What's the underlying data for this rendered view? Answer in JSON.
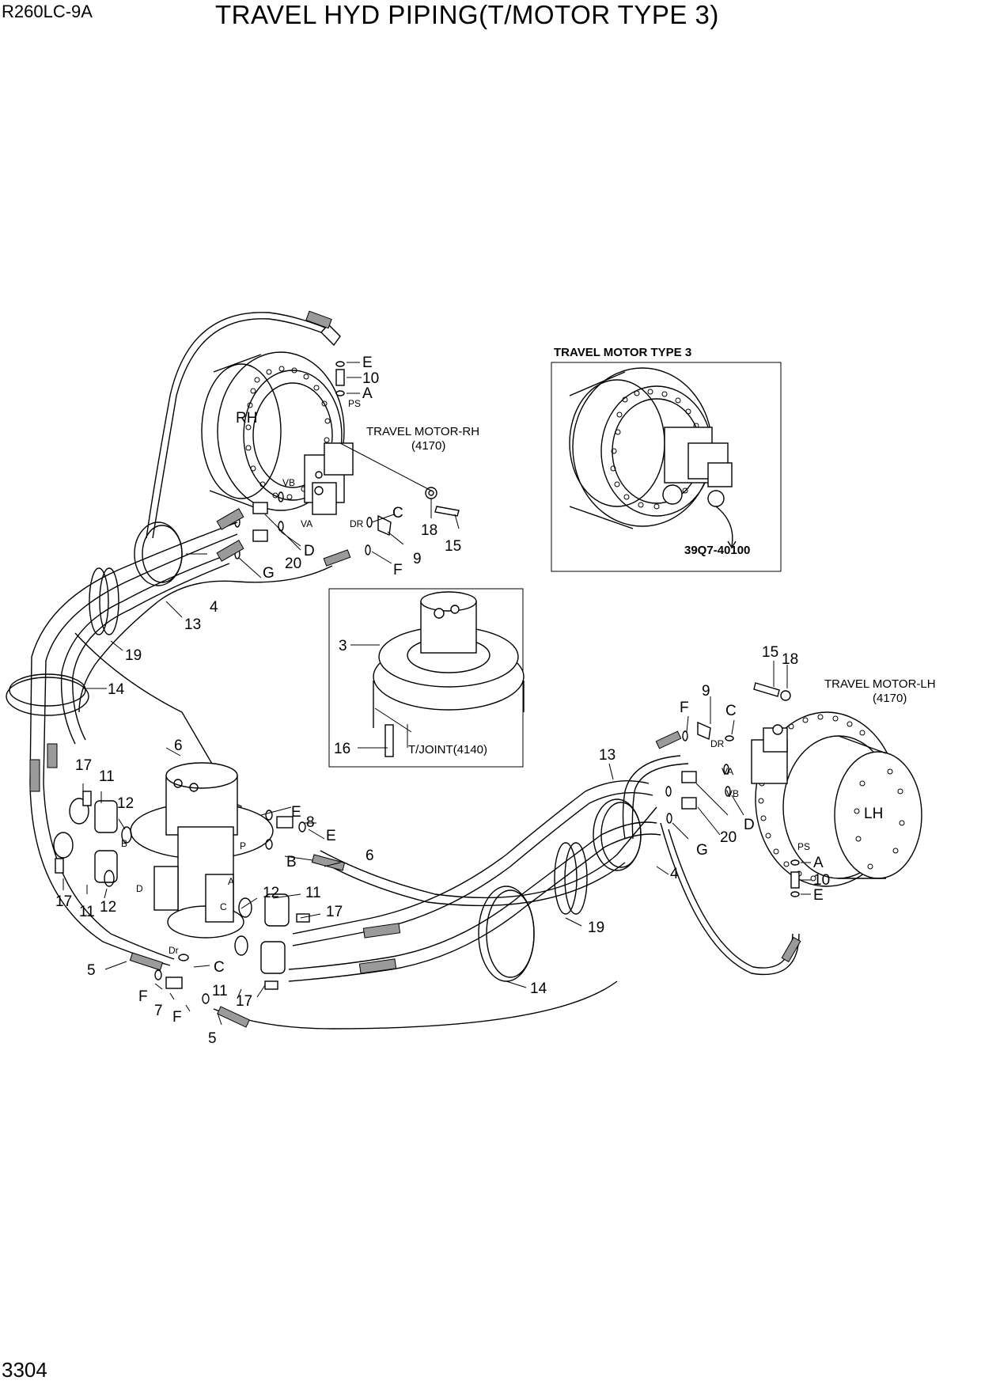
{
  "header": {
    "model": "R260LC-9A",
    "title": "TRAVEL HYD PIPING(T/MOTOR TYPE 3)"
  },
  "footer": {
    "page_number": "3304"
  },
  "inset_motor": {
    "caption": "TRAVEL MOTOR TYPE 3",
    "part_number": "39Q7-40100"
  },
  "inset_joint": {
    "label_3": "3",
    "label_16": "16",
    "caption": "T/JOINT(4140)"
  },
  "motor_rh": {
    "side": "RH",
    "name": "TRAVEL MOTOR-RH",
    "code": "(4170)",
    "ports": {
      "ps": "PS",
      "vb": "VB",
      "va": "VA",
      "dr": "DR"
    }
  },
  "motor_lh": {
    "side": "LH",
    "name": "TRAVEL MOTOR-LH",
    "code": "(4170)",
    "ports": {
      "ps": "PS",
      "va": "VA",
      "vb": "VB",
      "dr": "DR"
    }
  },
  "swivel_ports": {
    "b": "B",
    "p": "P",
    "d": "D",
    "a": "A",
    "c": "C",
    "dr": "Dr"
  },
  "callouts": {
    "rh_E": "E",
    "rh_10": "10",
    "rh_A": "A",
    "rh_C": "C",
    "rh_D": "D",
    "rh_20": "20",
    "rh_9": "9",
    "rh_18": "18",
    "rh_15": "15",
    "rh_G": "G",
    "rh_F": "F",
    "l4_top": "4",
    "l13_top": "13",
    "l19_top": "19",
    "l14_left": "14",
    "l6_top": "6",
    "l17_a": "17",
    "l11_a": "11",
    "l12_a": "12",
    "l17_b": "17",
    "l11_b": "11",
    "l12_b": "12",
    "sw_E1": "E",
    "sw_8": "8",
    "sw_E2": "E",
    "sw_B": "B",
    "l6_mid": "6",
    "l12_c": "12",
    "l11_c": "11",
    "l17_c": "17",
    "sw_C": "C",
    "l5_a": "5",
    "l_F1": "F",
    "l7": "7",
    "l_F2": "F",
    "l5_b": "5",
    "l11_d": "11",
    "l17_d": "17",
    "l14_mid": "14",
    "l19_mid": "19",
    "l13_right": "13",
    "l4_right": "4",
    "lh_15": "15",
    "lh_18": "18",
    "lh_F": "F",
    "lh_9": "9",
    "lh_C": "C",
    "lh_D": "D",
    "lh_20": "20",
    "lh_G": "G",
    "lh_A": "A",
    "lh_10": "10",
    "lh_E": "E"
  }
}
